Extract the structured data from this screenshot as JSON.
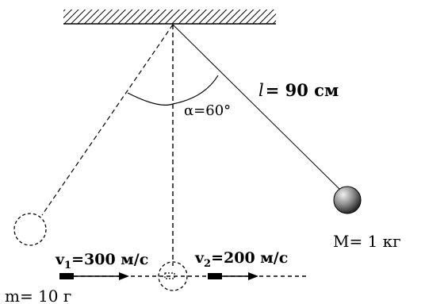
{
  "diagram": {
    "length_label_prefix": "l",
    "length_label_rest": "= 90 см",
    "angle_label": "α=60°",
    "mass_large_label": "M= 1 кг",
    "mass_small_label": "m= 10 г",
    "v1_prefix": "v",
    "v1_sub": "1",
    "v1_rest": "=300 м/с",
    "v2_prefix": "v",
    "v2_sub": "2",
    "v2_rest": "=200 м/с"
  },
  "colors": {
    "ink": "#000000",
    "bob_light": "#e8e8e8",
    "bob_dark": "#333333",
    "background": "#ffffff"
  },
  "icons": [
    "ceiling-hatch",
    "pendulum-bob",
    "bullet",
    "velocity-arrow"
  ]
}
